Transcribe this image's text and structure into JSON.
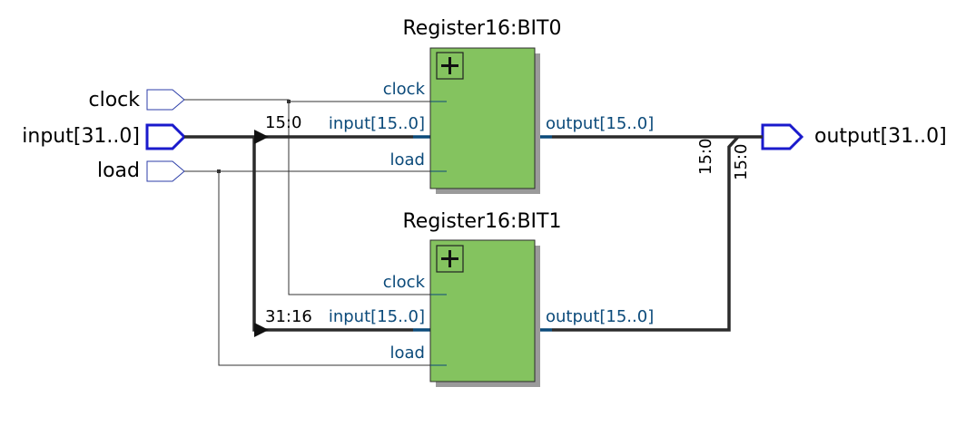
{
  "inputs": [
    {
      "name": "clock",
      "bus": false
    },
    {
      "name": "input[31..0]",
      "bus": true
    },
    {
      "name": "load",
      "bus": false
    }
  ],
  "outputs": [
    {
      "name": "output[31..0]",
      "bus": true
    }
  ],
  "modules": [
    {
      "title": "Register16:BIT0",
      "pins": {
        "clock": "clock",
        "input": "input[15..0]",
        "load": "load",
        "output": "output[15..0]"
      },
      "input_slice": "15:0",
      "output_slice": "15:0"
    },
    {
      "title": "Register16:BIT1",
      "pins": {
        "clock": "clock",
        "input": "input[15..0]",
        "load": "load",
        "output": "output[15..0]"
      },
      "input_slice": "31:16",
      "output_slice": "15:0"
    }
  ],
  "colors": {
    "module_fill": "#84c35f",
    "module_border": "#2b2b2b",
    "shadow": "#9a9a9a",
    "port_blue": "#1a1acc",
    "port_outline": "#2c3ea8",
    "wire": "#333333",
    "bus": "#2b2b2b",
    "pin_text": "#0b4a7a"
  }
}
